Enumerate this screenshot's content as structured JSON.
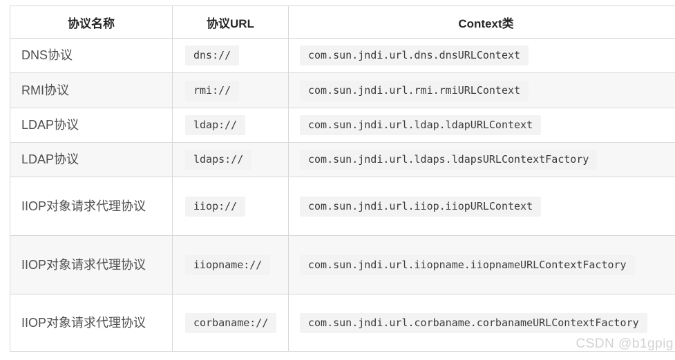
{
  "table": {
    "headers": [
      "协议名称",
      "协议URL",
      "Context类"
    ],
    "rows": [
      {
        "name": "DNS协议",
        "url": "dns://",
        "context": "com.sun.jndi.url.dns.dnsURLContext"
      },
      {
        "name": "RMI协议",
        "url": "rmi://",
        "context": "com.sun.jndi.url.rmi.rmiURLContext"
      },
      {
        "name": "LDAP协议",
        "url": "ldap://",
        "context": "com.sun.jndi.url.ldap.ldapURLContext"
      },
      {
        "name": "LDAP协议",
        "url": "ldaps://",
        "context": "com.sun.jndi.url.ldaps.ldapsURLContextFactory"
      },
      {
        "name": "IIOP对象请求代理协议",
        "url": "iiop://",
        "context": "com.sun.jndi.url.iiop.iiopURLContext"
      },
      {
        "name": "IIOP对象请求代理协议",
        "url": "iiopname://",
        "context": "com.sun.jndi.url.iiopname.iiopnameURLContextFactory"
      },
      {
        "name": "IIOP对象请求代理协议",
        "url": "corbaname://",
        "context": "com.sun.jndi.url.corbaname.corbanameURLContextFactory"
      }
    ]
  },
  "watermark": "CSDN @b1gpig",
  "colors": {
    "border": "#d8d8d8",
    "stripe_bg": "#f7f7f7",
    "code_bg": "#f3f3f3",
    "header_text": "#262626",
    "body_text": "#4f4f4f",
    "code_text": "#3b3b3b",
    "watermark_text": "#d2d2d2"
  }
}
